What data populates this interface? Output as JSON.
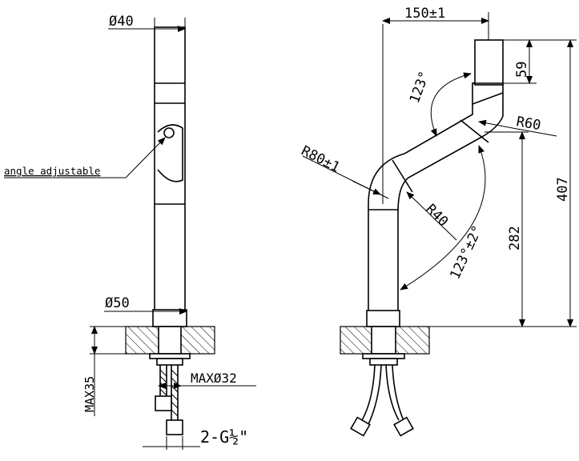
{
  "labels": {
    "top_diameter": "Ø40",
    "angle_adjustable": "angle adjustable",
    "base_diameter": "Ø50",
    "max_thickness": "MAX35",
    "max_hole": "MAXØ32",
    "hose_thread": "2-G½\"",
    "reach": "150±1",
    "spout_height": "59",
    "angle_top": "123°",
    "radius_r60": "R60",
    "radius_r80": "R80±1",
    "radius_r40": "R40",
    "angle_range": "123°±2°",
    "height_282": "282",
    "height_407": "407"
  }
}
